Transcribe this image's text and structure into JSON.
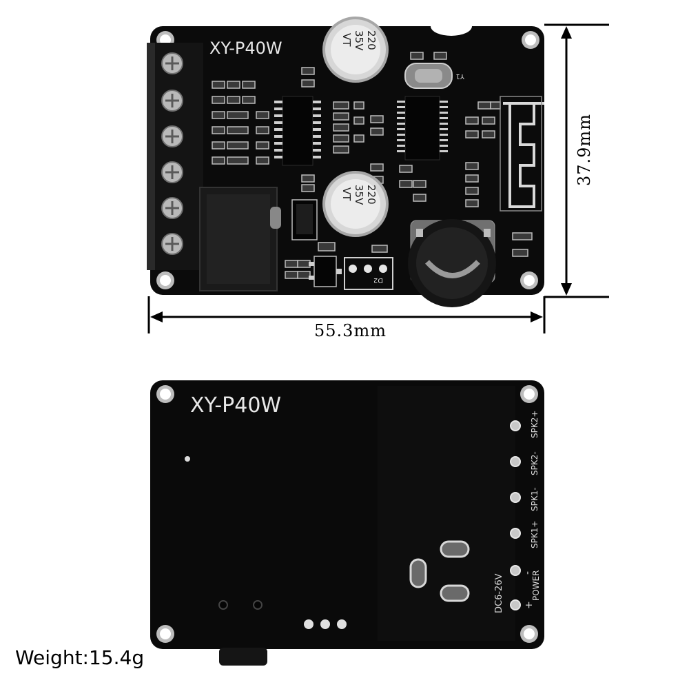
{
  "top_board": {
    "model_label": "XY-P40W",
    "cap1": {
      "line1": "220",
      "line2": "35V",
      "line3": "VT"
    },
    "cap2": {
      "line1": "220",
      "line2": "35V",
      "line3": "VT"
    },
    "crystal_label": "Y1",
    "diode_label": "D2"
  },
  "dimensions": {
    "width_label": "55.3mm",
    "height_label": "37.9mm"
  },
  "bottom_board": {
    "model_label": "XY-P40W",
    "pins": [
      "SPK2+",
      "SPK2-",
      "SPK1-",
      "SPK1+",
      "-",
      "+"
    ],
    "power_label": "POWER",
    "voltage_label": "DC6-26V"
  },
  "weight_label": "Weight:15.4g",
  "colors": {
    "pcb": "#0b0b0b",
    "silkscreen": "#e8e8e8",
    "pad": "#c8c8c8"
  }
}
